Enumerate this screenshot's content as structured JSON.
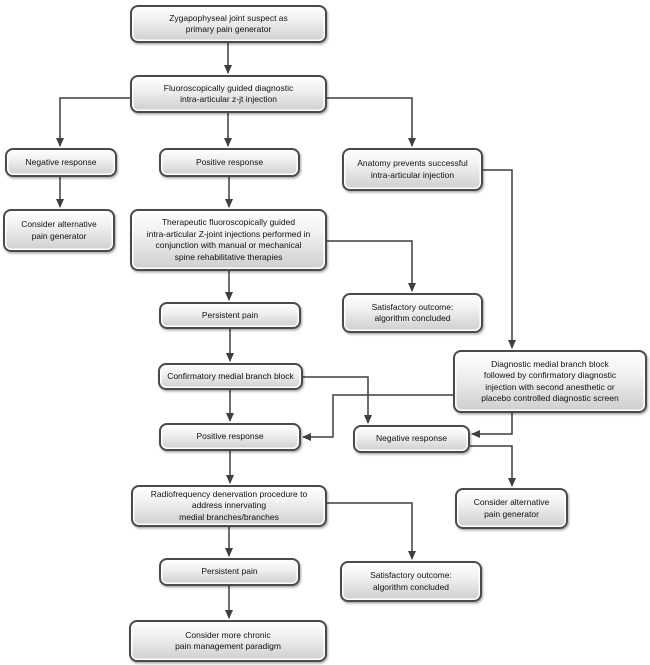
{
  "diagram": {
    "type": "flowchart",
    "background_color": "#ffffff",
    "box_border_color": "#4a4a4a",
    "box_fill_top": "#fefefe",
    "box_fill_bottom": "#cfcfcf",
    "arrow_color": "#3f3f3f",
    "nodes": {
      "suspect": {
        "label": "Zygapophyseal joint suspect as\nprimary pain generator"
      },
      "fluoro": {
        "label": "Fluoroscopically guided diagnostic\nintra-articular z-jt injection"
      },
      "negative1": {
        "label": "Negative response"
      },
      "positive1": {
        "label": "Positive response"
      },
      "anatomy": {
        "label": "Anatomy prevents successful\nintra-articular injection"
      },
      "consider1": {
        "label": "Consider alternative\npain generator"
      },
      "therapeutic": {
        "label": "Therapeutic fluoroscopically guided\nintra-articular Z-joint injections performed in\nconjunction with manual or mechanical\nspine rehabilitative therapies"
      },
      "persistent1": {
        "label": "Persistent pain"
      },
      "satisfactory1": {
        "label": "Satisfactory outcome:\nalgorithm concluded"
      },
      "diagnostic": {
        "label": "Diagnostic medial branch block\nfollowed by confirmatory diagnostic\ninjection with second anesthetic or\nplacebo controlled diagnostic screen"
      },
      "confirmatory": {
        "label": "Confirmatory medial branch block"
      },
      "positive2": {
        "label": "Positive response"
      },
      "negative2": {
        "label": "Negative response"
      },
      "consider2": {
        "label": "Consider alternative\npain generator"
      },
      "radiofrequency": {
        "label": "Radiofrequency denervation procedure to\naddress innervating\nmedial branches/branches"
      },
      "persistent2": {
        "label": "Persistent pain"
      },
      "satisfactory2": {
        "label": "Satisfactory outcome:\nalgorithm concluded"
      },
      "chronic": {
        "label": "Consider more chronic\npain management paradigm"
      }
    },
    "edges": [
      {
        "from": "suspect",
        "to": "fluoro"
      },
      {
        "from": "fluoro",
        "to": "negative1"
      },
      {
        "from": "fluoro",
        "to": "positive1"
      },
      {
        "from": "fluoro",
        "to": "anatomy"
      },
      {
        "from": "negative1",
        "to": "consider1"
      },
      {
        "from": "positive1",
        "to": "therapeutic"
      },
      {
        "from": "therapeutic",
        "to": "persistent1"
      },
      {
        "from": "therapeutic",
        "to": "satisfactory1"
      },
      {
        "from": "anatomy",
        "to": "diagnostic"
      },
      {
        "from": "persistent1",
        "to": "confirmatory"
      },
      {
        "from": "confirmatory",
        "to": "positive2"
      },
      {
        "from": "confirmatory",
        "to": "negative2"
      },
      {
        "from": "diagnostic",
        "to": "positive2"
      },
      {
        "from": "diagnostic",
        "to": "negative2"
      },
      {
        "from": "negative2",
        "to": "consider2"
      },
      {
        "from": "positive2",
        "to": "radiofrequency"
      },
      {
        "from": "radiofrequency",
        "to": "persistent2"
      },
      {
        "from": "radiofrequency",
        "to": "satisfactory2"
      },
      {
        "from": "persistent2",
        "to": "chronic"
      }
    ]
  }
}
